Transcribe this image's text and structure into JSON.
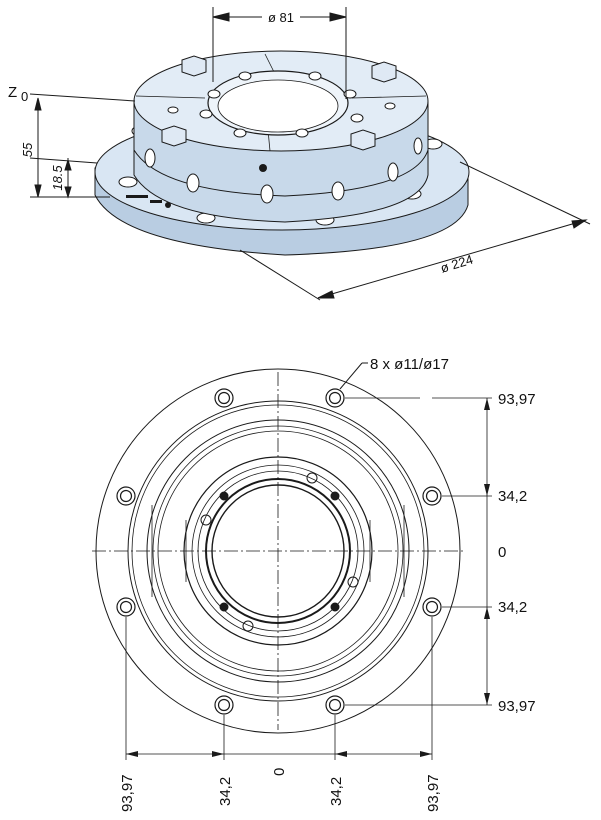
{
  "iso_view": {
    "top_bore_dim": "ø 81",
    "datum_label": "Z",
    "datum_sub": "0",
    "height_total": "55",
    "height_flange": "18.5",
    "outer_diameter": "ø 224"
  },
  "plan_view": {
    "hole_callout": "8 x ø11/ø17",
    "right_dims": [
      "93,97",
      "34,2",
      "0",
      "34,2",
      "93,97"
    ],
    "bottom_dims": [
      "93,97",
      "34,2",
      "0",
      "34,2",
      "93,97"
    ]
  },
  "colors": {
    "body_fill": "#d6e4f2",
    "body_light": "#e8f0f8",
    "body_dark": "#9fb4ca",
    "line": "#1a1a1a"
  }
}
